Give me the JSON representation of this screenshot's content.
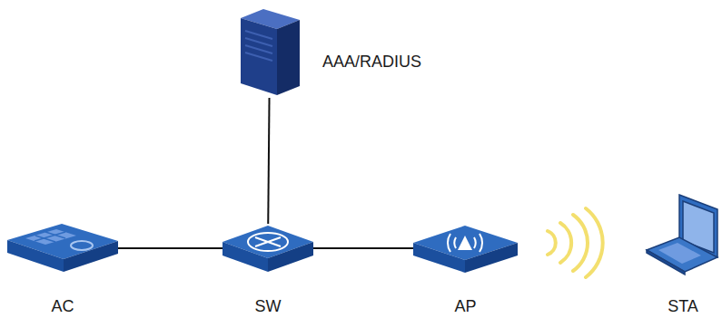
{
  "diagram": {
    "nodes": [
      {
        "text": [
          "AAA/RADIUS"
        ]
      },
      {
        "text": [
          "AC"
        ]
      },
      {
        "text": [
          "SW"
        ]
      },
      {
        "text": [
          "AP"
        ]
      },
      {
        "text": [
          "STA"
        ]
      }
    ],
    "edges": [
      {
        "from": 1,
        "to": 2,
        "arrow": "none"
      },
      {
        "from": 2,
        "to": 0,
        "arrow": "none"
      },
      {
        "from": 2,
        "to": 3,
        "arrow": "none"
      }
    ]
  }
}
